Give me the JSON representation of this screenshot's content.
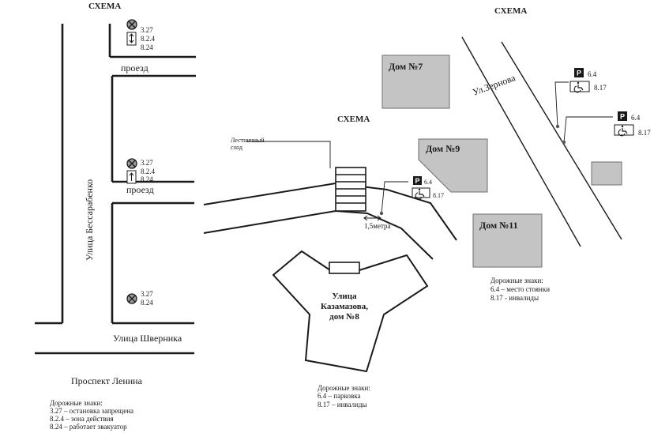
{
  "left_scheme": {
    "title": "СХЕМА",
    "streets": {
      "bessarabenko": "Улица Бессарабенко",
      "proezd_top": "проезд",
      "proezd_mid": "проезд",
      "shvernika": "Улица Шверника",
      "lenina": "Проспект Ленина"
    },
    "sign_groups": [
      {
        "codes": [
          "3.27",
          "8.2.4",
          "8.24"
        ],
        "icons": [
          "no-stopping-sign-icon",
          "zone-arrows-sign-icon"
        ]
      },
      {
        "codes": [
          "3.27",
          "8.2.4",
          "8.24"
        ],
        "icons": [
          "no-stopping-sign-icon",
          "zone-arrow-up-sign-icon"
        ]
      },
      {
        "codes": [
          "3.27",
          "8.24"
        ],
        "icons": [
          "no-stopping-sign-icon"
        ]
      }
    ],
    "legend": {
      "title": "Дорожные знаки:",
      "lines": [
        "3.27 – остановка запрещена",
        "8.2.4 – зона действия",
        "8.24 – работает эвакуатор"
      ]
    }
  },
  "right_scheme": {
    "title": "СХЕМА",
    "street_zernova": "Ул.Зернова",
    "stairs_label_line1": "Лестничный",
    "stairs_label_line2": "сход",
    "width_label": "1,5метра",
    "buildings": {
      "dom7": "Дом №7",
      "dom9": "Дом №9",
      "dom11": "Дом №11",
      "main_line1": "Улица",
      "main_line2": "Казамазова,",
      "main_line3": "дом №8"
    },
    "parking_signs": [
      {
        "symbol": "P",
        "code_top": "6.4",
        "code_bottom": "8.17"
      },
      {
        "symbol": "P",
        "code_top": "6.4",
        "code_bottom": "8.17"
      },
      {
        "symbol": "P",
        "code_top": "6.4",
        "code_bottom": "8.17"
      }
    ],
    "legend_bottom": {
      "title": "Дорожные знаки:",
      "lines": [
        "6.4 – парковка",
        "8.17 – инвалиды"
      ]
    },
    "legend_right": {
      "title": "Дорожные знаки:",
      "lines": [
        "6.4 – место стоянки",
        "8.17 - инвалиды"
      ]
    }
  },
  "colors": {
    "ink": "#1a1a1a",
    "building_fill": "#c4c4c4",
    "sign_fill": "#9a9a9a"
  }
}
